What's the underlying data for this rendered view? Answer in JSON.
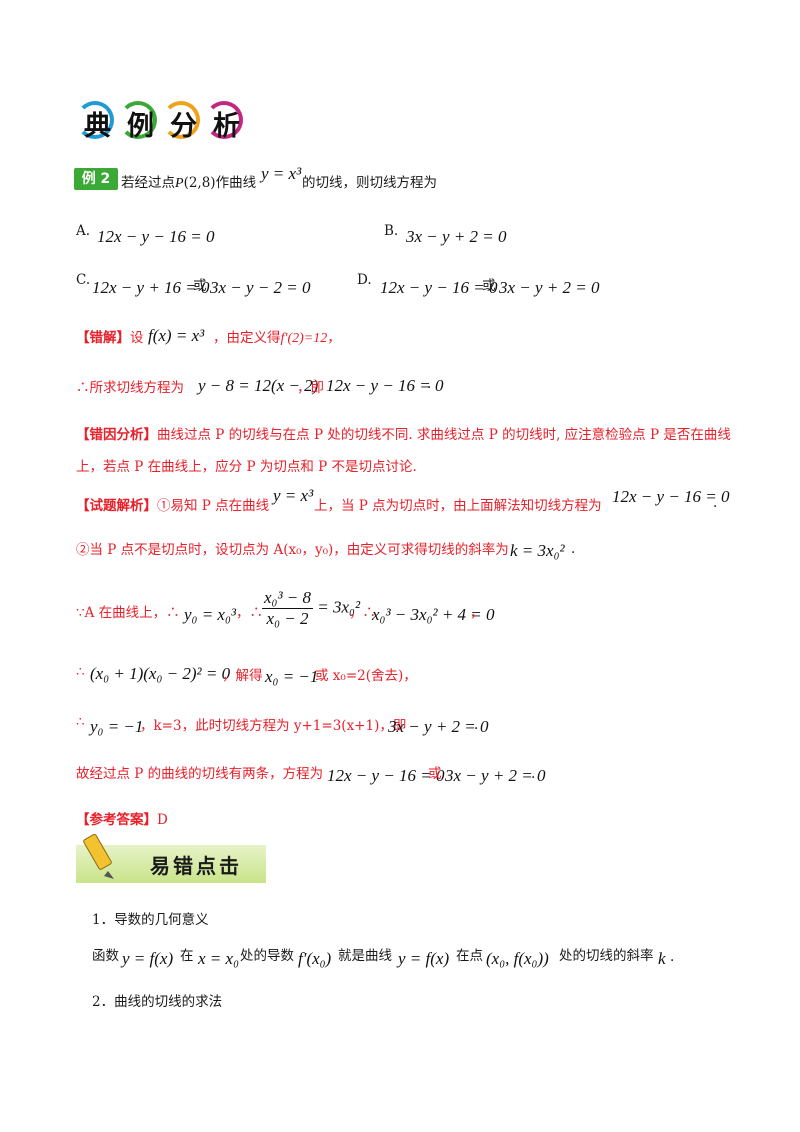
{
  "header": {
    "chars": [
      "典",
      "例",
      "分",
      "析"
    ],
    "colors": [
      "#1f9ad6",
      "#3aa935",
      "#f0a21b",
      "#c0297f"
    ]
  },
  "example": {
    "badge": "例 2",
    "q_a": "若经过点",
    "q_p": "P",
    "q_pt": "(2,8)",
    "q_b": "作曲线",
    "q_curve": "y = x³",
    "q_c": "的切线，则切线方程为",
    "options": {
      "a_label": "A.",
      "a_eq": "12x − y − 16 = 0",
      "b_label": "B.",
      "b_eq": "3x − y + 2 = 0",
      "c_label": "C.",
      "c_eq1": "12x − y + 16 = 0",
      "c_or": "或",
      "c_eq2": "3x − y − 2 = 0",
      "d_label": "D.",
      "d_eq1": "12x − y − 16 = 0",
      "d_or": "或",
      "d_eq2": "3x − y + 2 = 0"
    }
  },
  "wrong": {
    "label": "【错解】",
    "t1": "设",
    "fx": "f(x) = x³",
    "t2": "，由定义得",
    "deriv": "f′(2)=12",
    "t3": "，",
    "line2_a": "∴所求切线方程为",
    "line2_eq1": "y − 8 = 12(x − 2)",
    "line2_b": "，即",
    "line2_eq2": "12x − y − 16 = 0",
    "line2_c": "."
  },
  "analysis": {
    "label": "【错因分析】",
    "line1": "曲线过点 P 的切线与在点 P 处的切线不同. 求曲线过点 P 的切线时, 应注意检验点 P 是否在曲线",
    "line2": "上，若点 P 在曲线上，应分 P 为切点和 P 不是切点讨论."
  },
  "solution": {
    "label": "【试题解析】",
    "s1a": "①易知 P 点在曲线",
    "s1curve": "y = x³",
    "s1b": "上，当 P 点为切点时，由上面解法知切线方程为",
    "s1eq": "12x − y − 16 = 0",
    "s1c": ".",
    "s2a": "②当 P 点不是切点时，设切点为 A(x₀，y₀)，由定义可求得切线的斜率为",
    "s2eq": "k = 3x₀²",
    "s2b": ".",
    "s3a": "∵A 在曲线上，∴",
    "s3eq1": "y₀ = x₀³",
    "s3b": "，∴",
    "s3num": "x₀³ − 8",
    "s3den": "x₀ − 2",
    "s3eq2r": "= 3x₀²",
    "s3c": "，∴",
    "s3eq3": "x₀³ − 3x₀² + 4 = 0",
    "s3d": "，",
    "s4a": "∴",
    "s4eq": "(x₀ + 1)(x₀ − 2)² = 0",
    "s4b": "，解得",
    "s4eq2": "x₀ = −1",
    "s4c": "或 x₀=2(舍去)，",
    "s5a": "∴",
    "s5eq": "y₀ = −1",
    "s5b": "，k=3，此时切线方程为 y+1=3(x+1)，即",
    "s5eq2": "3x − y + 2 = 0",
    "s5c": ".",
    "s6a": "故经过点 P 的曲线的切线有两条，方程为",
    "s6eq1": "12x − y − 16 = 0",
    "s6or": "或",
    "s6eq2": "3x − y + 2 = 0",
    "s6c": "."
  },
  "answer": {
    "label": "【参考答案】",
    "value": "D"
  },
  "banner": {
    "text": "易错点击"
  },
  "points": {
    "p1": "1．导数的几何意义",
    "p1_a": "函数",
    "p1_eq1": "y = f(x)",
    "p1_b": "在",
    "p1_eq2": "x = x₀",
    "p1_c": "处的导数",
    "p1_eq3": "f′(x₀)",
    "p1_d": "就是曲线",
    "p1_eq4": "y = f(x)",
    "p1_e": "在点",
    "p1_eq5": "(x₀, f(x₀))",
    "p1_f": "处的切线的斜率",
    "p1_eq6": "k",
    "p1_g": ".",
    "p2": "2．曲线的切线的求法"
  }
}
